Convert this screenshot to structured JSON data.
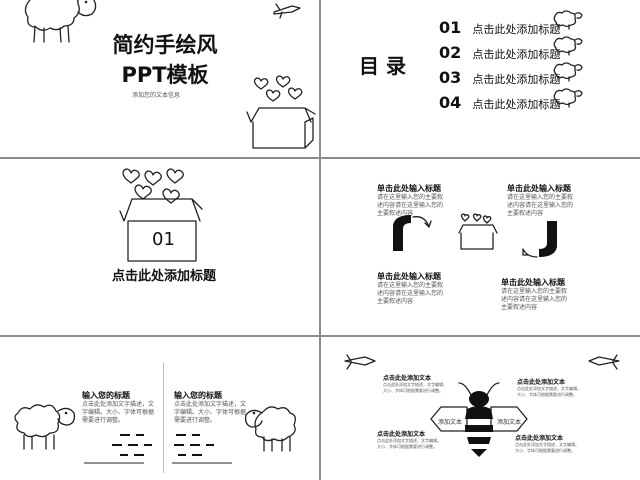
{
  "slide1": {
    "title_line1": "简约手绘风",
    "title_line2": "PPT模板",
    "subtitle": "添加您的文本信息"
  },
  "slide2": {
    "heading": "目 录",
    "items": [
      {
        "num": "01",
        "label": "点击此处添加标题"
      },
      {
        "num": "02",
        "label": "点击此处添加标题"
      },
      {
        "num": "03",
        "label": "点击此处添加标题"
      },
      {
        "num": "04",
        "label": "点击此处添加标题"
      }
    ]
  },
  "slide3": {
    "box_number": "01",
    "title": "点击此处添加标题"
  },
  "slide4": {
    "blocks": [
      {
        "title": "单击此处输入标题",
        "text": "请在这里输入您的主要叙述内容请在这里输入您的主要叙述内容"
      },
      {
        "title": "单击此处输入标题",
        "text": "请在这里输入您的主要叙述内容请在这里输入您的主要叙述内容"
      },
      {
        "title": "单击此处输入标题",
        "text": "请在这里输入您的主要叙述内容请在这里输入您的主要叙述内容"
      },
      {
        "title": "单击此处输入标题",
        "text": "请在这里输入您的主要叙述内容请在这里输入您的主要叙述内容"
      }
    ]
  },
  "slide5": {
    "left_title": "输入您的标题",
    "left_text": "点击此处添加文字描述，文字编辑。大小、字体可根据需要进行调整。",
    "right_title": "输入您的标题",
    "right_text": "点击此处添加文字描述，文字编辑。大小、字体可根据需要进行调整。"
  },
  "slide6": {
    "blocks": [
      {
        "title": "点击此处添加文本",
        "text": "点击此处添加文字描述，文字编辑。大小、字体可根据需要进行调整。"
      },
      {
        "title": "点击此处添加文本",
        "text": "点击此处添加文字描述，文字编辑。大小、字体可根据需要进行调整。"
      },
      {
        "title": "点击此处添加文本",
        "text": "点击此处添加文字描述，文字编辑。大小、字体可根据需要进行调整。"
      },
      {
        "title": "点击此处添加文本",
        "text": "点击此处添加文字描述，文字编辑。大小、字体可根据需要进行调整。"
      }
    ],
    "wing_left": "添加文本",
    "wing_right": "添加文本"
  }
}
